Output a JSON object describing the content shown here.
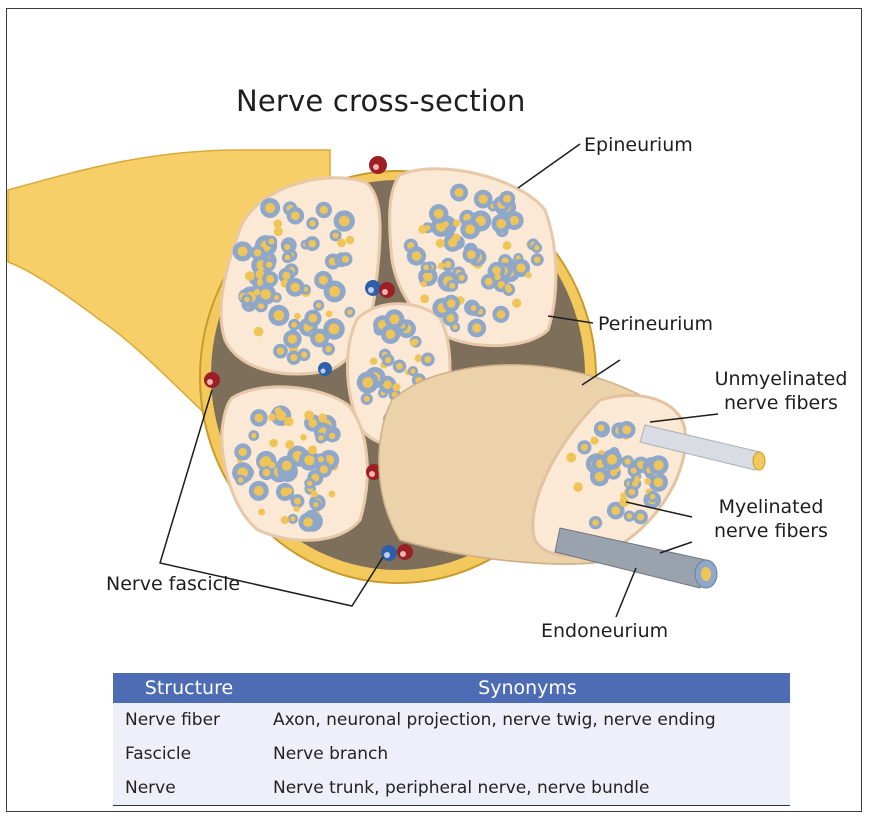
{
  "title": "Nerve cross-section",
  "labels": {
    "epineurium": "Epineurium",
    "perineurium": "Perineurium",
    "unmyelinated_line1": "Unmyelinated",
    "unmyelinated_line2": "nerve fibers",
    "myelinated_line1": "Myelinated",
    "myelinated_line2": "nerve fibers",
    "endoneurium": "Endoneurium",
    "fascicle": "Nerve fascicle"
  },
  "table": {
    "headers": [
      "Structure",
      "Synonyms"
    ],
    "rows": [
      {
        "structure": "Nerve fiber",
        "synonyms": "Axon, neuronal projection, nerve twig, nerve ending"
      },
      {
        "structure": "Fascicle",
        "synonyms": "Nerve branch"
      },
      {
        "structure": "Nerve",
        "synonyms": "Nerve trunk, peripheral nerve, nerve bundle"
      }
    ]
  },
  "colors": {
    "nerve_body": "#f6cf68",
    "epineurium": "#f3c85c",
    "inner_matrix": "#7e6f5b",
    "fascicle_fill": "#fbe9d6",
    "myelin": "#8fa7c9",
    "axon": "#f0c558",
    "artery": "#9c1f24",
    "vein": "#2f5fa8",
    "trunk": "#ecd2aa",
    "table_header": "#4d6cb4",
    "table_row": "#edf0f8"
  }
}
